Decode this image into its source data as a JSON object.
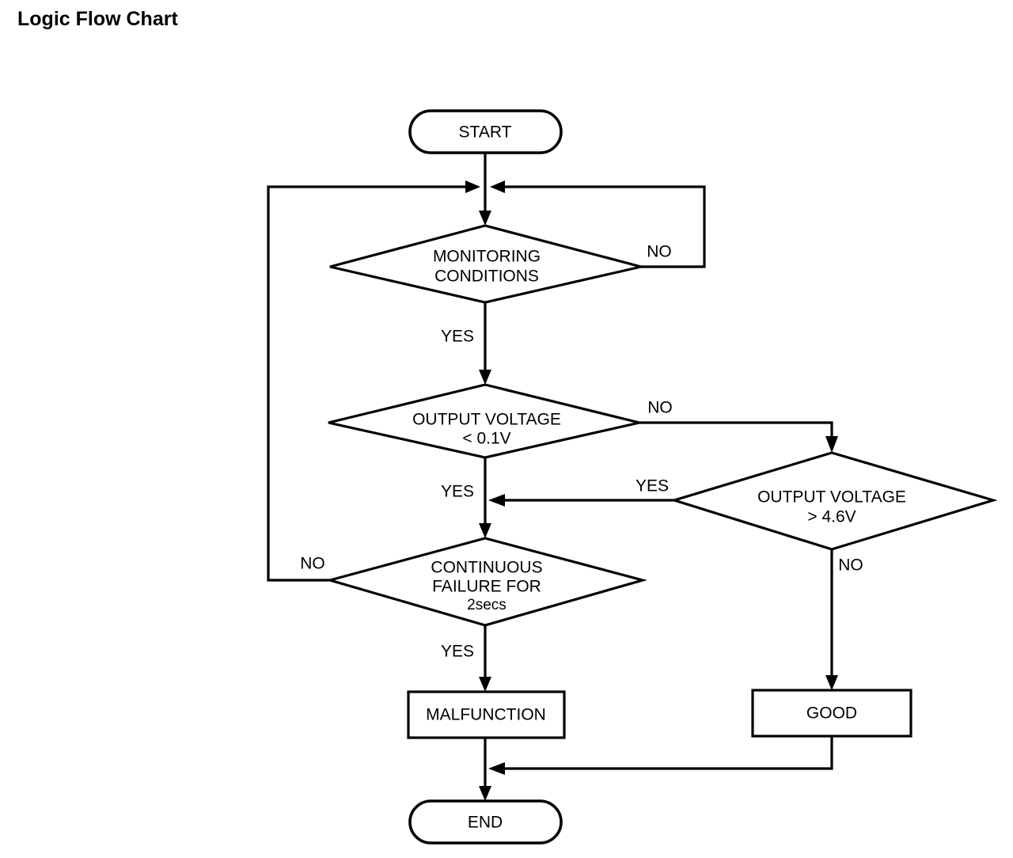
{
  "page": {
    "title": "Logic Flow Chart",
    "background_color": "#ffffff",
    "line_color": "#000000"
  },
  "chart_data": {
    "type": "diagram",
    "diagram_kind": "flowchart",
    "title": "Logic Flow Chart",
    "orientation": "top-to-bottom",
    "nodes": [
      {
        "id": "start",
        "shape": "terminator",
        "label": "START"
      },
      {
        "id": "monitoring",
        "shape": "decision",
        "label_line1": "MONITORING",
        "label_line2": "CONDITIONS"
      },
      {
        "id": "volt_low",
        "shape": "decision",
        "label_line1": "OUTPUT VOLTAGE",
        "label_line2": "< 0.1V"
      },
      {
        "id": "volt_high",
        "shape": "decision",
        "label_line1": "OUTPUT VOLTAGE",
        "label_line2": "> 4.6V"
      },
      {
        "id": "continuous",
        "shape": "decision",
        "label_line1": "CONTINUOUS",
        "label_line2": "FAILURE FOR",
        "label_line3": "2secs"
      },
      {
        "id": "malfunction",
        "shape": "process",
        "label": "MALFUNCTION"
      },
      {
        "id": "good",
        "shape": "process",
        "label": "GOOD"
      },
      {
        "id": "end",
        "shape": "terminator",
        "label": "END"
      }
    ],
    "edges": [
      {
        "from": "start",
        "to": "monitoring",
        "label": ""
      },
      {
        "from": "monitoring",
        "to": "volt_low",
        "label": "YES"
      },
      {
        "from": "monitoring",
        "to": "monitoring",
        "label": "NO"
      },
      {
        "from": "volt_low",
        "to": "continuous",
        "label": "YES"
      },
      {
        "from": "volt_low",
        "to": "volt_high",
        "label": "NO"
      },
      {
        "from": "volt_high",
        "to": "continuous",
        "label": "YES"
      },
      {
        "from": "volt_high",
        "to": "good",
        "label": "NO"
      },
      {
        "from": "continuous",
        "to": "malfunction",
        "label": "YES"
      },
      {
        "from": "continuous",
        "to": "monitoring",
        "label": "NO"
      },
      {
        "from": "malfunction",
        "to": "end",
        "label": ""
      },
      {
        "from": "good",
        "to": "end",
        "label": ""
      }
    ],
    "edge_labels": {
      "monitoring_no": "NO",
      "monitoring_yes": "YES",
      "volt_low_no": "NO",
      "volt_low_yes": "YES",
      "volt_high_yes": "YES",
      "volt_high_no": "NO",
      "continuous_no": "NO",
      "continuous_yes": "YES"
    }
  }
}
